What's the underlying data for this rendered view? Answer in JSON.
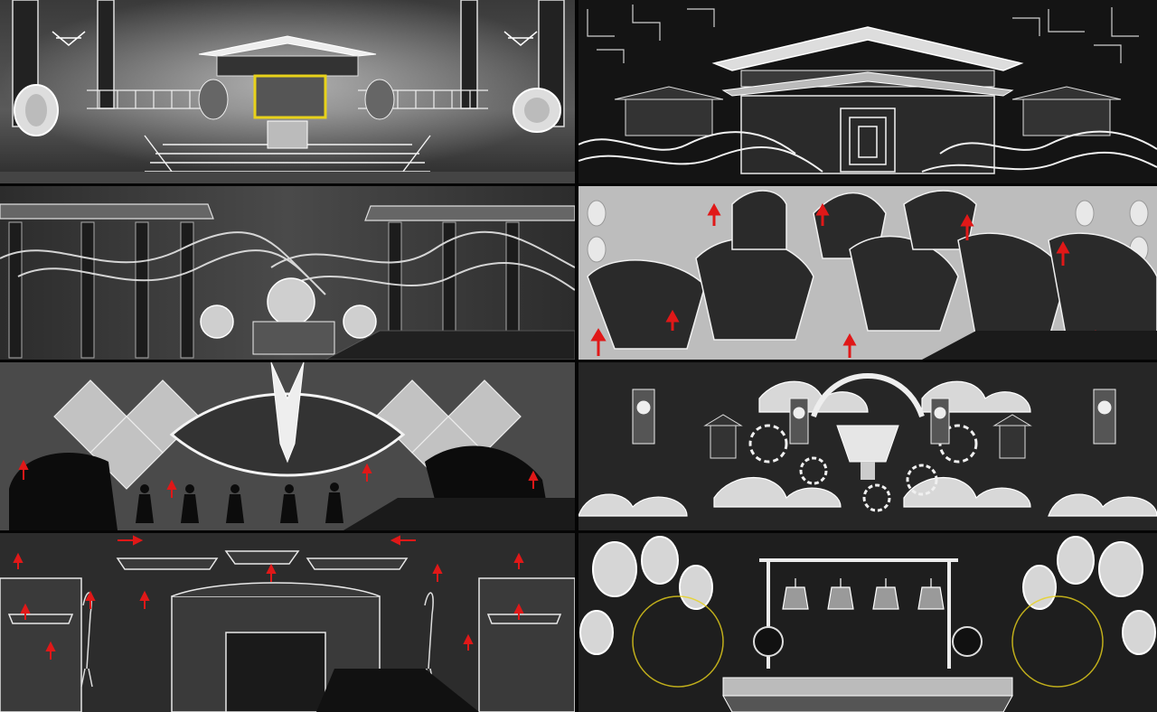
{
  "palette": {
    "glow": "#f2f2f2",
    "dark": "#101010",
    "mid": "#6a6a6a",
    "accent_arrow": "#e01818",
    "accent_frame": "#e8d21a"
  },
  "panels": [
    {
      "id": "palace-hall-drums",
      "icons": [
        "chandelier-icon",
        "drum-icon",
        "throne-icon",
        "stairs-icon"
      ]
    },
    {
      "id": "temple-gate-waves",
      "icons": [
        "temple-roof-icon",
        "wave-icon",
        "doorway-icon"
      ]
    },
    {
      "id": "pavilion-ribbons",
      "icons": [
        "pavilion-icon",
        "ribbon-icon",
        "drum-icon"
      ]
    },
    {
      "id": "kite-figures",
      "icons": [
        "kite-icon",
        "lantern-icon",
        "arrow-up-icon"
      ]
    },
    {
      "id": "shadow-puppet-stage",
      "icons": [
        "diamond-lattice-icon",
        "dancer-icon",
        "arrow-up-icon"
      ]
    },
    {
      "id": "clockwork-clouds",
      "icons": [
        "gear-icon",
        "cloud-icon",
        "clock-tower-icon"
      ]
    },
    {
      "id": "palace-gates-cranes",
      "icons": [
        "gate-icon",
        "crane-icon",
        "arrow-up-icon",
        "arrow-horizontal-icon"
      ]
    },
    {
      "id": "chime-bells-drums",
      "icons": [
        "bell-icon",
        "drum-icon",
        "gong-icon"
      ]
    }
  ]
}
